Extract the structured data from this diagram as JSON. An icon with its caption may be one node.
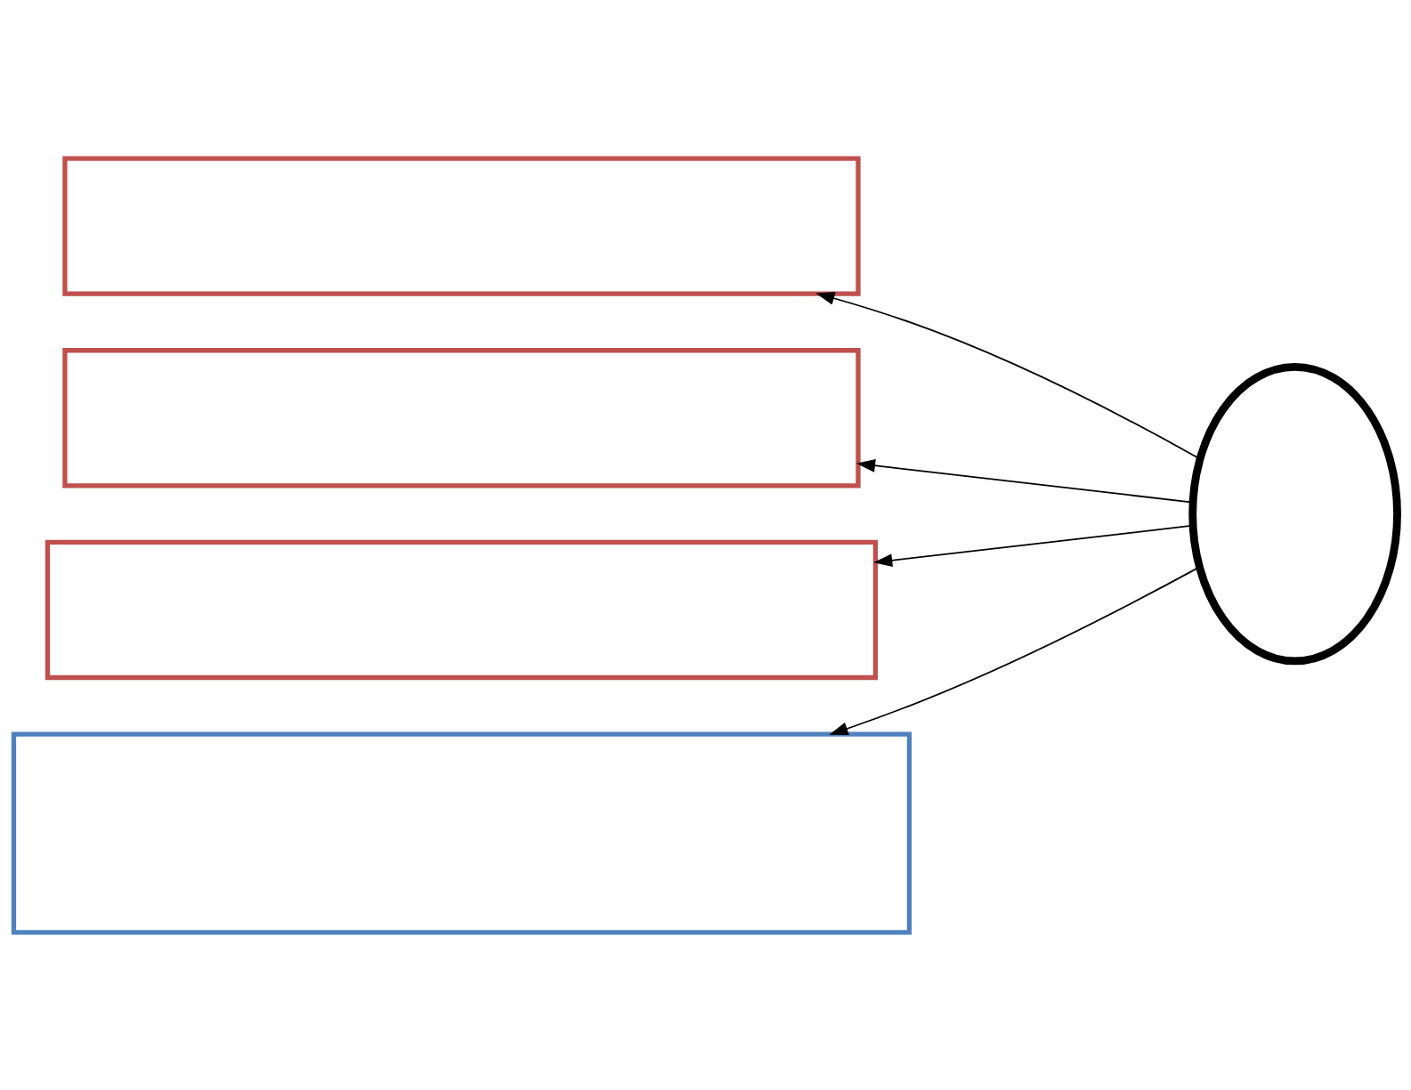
{
  "diagram": {
    "nodes": [
      {
        "text": [],
        "shape": "box"
      },
      {
        "text": [],
        "shape": "box"
      },
      {
        "text": [],
        "shape": "box"
      },
      {
        "text": [],
        "shape": "box"
      },
      {
        "text": [],
        "shape": "arc"
      }
    ],
    "edges": [
      {
        "from": 4,
        "to": 0,
        "arrow": "to"
      },
      {
        "from": 4,
        "to": 1,
        "arrow": "to"
      },
      {
        "from": 4,
        "to": 2,
        "arrow": "to"
      },
      {
        "from": 4,
        "to": 3,
        "arrow": "to"
      }
    ]
  }
}
